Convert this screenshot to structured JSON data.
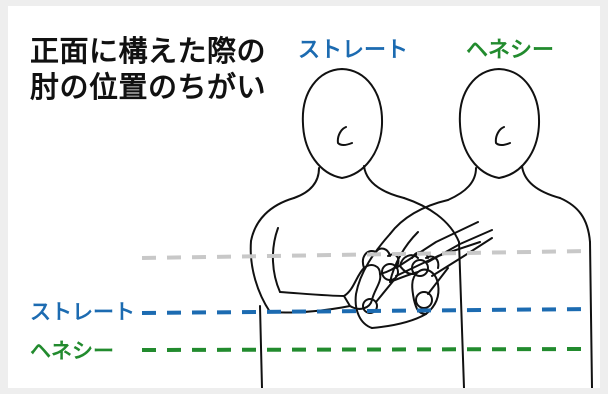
{
  "title": {
    "line1": "正面に構えた際の",
    "line2": "肘の位置のちがい"
  },
  "figures": [
    {
      "label": "ストレート",
      "color": "#1c6bb1"
    },
    {
      "label": "ヘネシー",
      "color": "#228b2e"
    }
  ],
  "levels": [
    {
      "label": "",
      "color": "#c8c8c8"
    },
    {
      "label": "ストレート",
      "color": "#1c6bb1"
    },
    {
      "label": "ヘネシー",
      "color": "#228b2e"
    }
  ],
  "colors": {
    "stroke": "#111111",
    "background": "#ffffff",
    "border": "#eeeeee"
  }
}
